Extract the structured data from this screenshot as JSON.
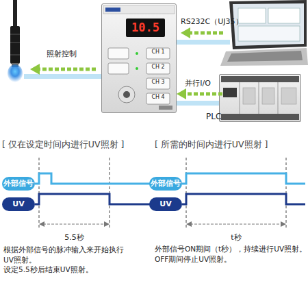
{
  "diagram": {
    "nodes": [
      {
        "text": [
          "10.5"
        ]
      },
      {
        "text": [
          "PLC"
        ]
      },
      {
        "text": [
          "外部信号"
        ]
      },
      {
        "text": [
          "UV"
        ]
      },
      {
        "text": [
          "外部信号"
        ]
      },
      {
        "text": [
          "UV"
        ]
      }
    ],
    "edges": [
      {
        "from": 1,
        "to": 0,
        "label": "并行I/O",
        "arrow": "to"
      }
    ],
    "labels": [
      "照射控制",
      "RS232C（UJ35）",
      "CH 1",
      "CH 2",
      "CH 3",
      "CH 4",
      "[ 仅在设定时间内进行UV照射 ]",
      "[ 所需的时间内进行UV照射 ]",
      "5.5秒",
      "t秒",
      "根据外部信号的脉冲输入来开始执行 UV照射。",
      "设定5.5秒后结束UV照射。",
      "外部信号ON期间（t秒），持续进行UV照射。",
      "OFF期间停止UV照射。"
    ]
  }
}
